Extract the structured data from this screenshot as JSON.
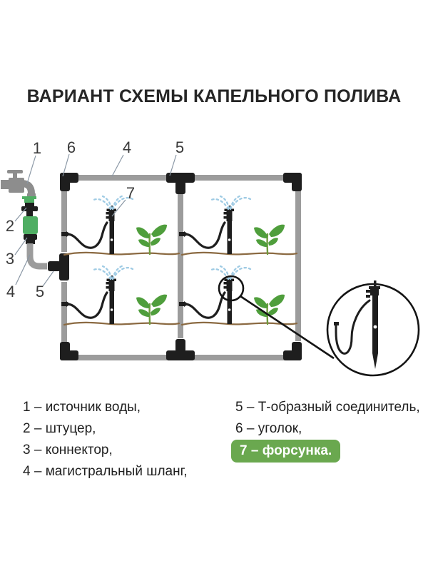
{
  "title": "ВАРИАНТ СХЕМЫ КАПЕЛЬНОГО ПОЛИВА",
  "diagram": {
    "numbers": [
      "1",
      "2",
      "3",
      "4",
      "5",
      "6",
      "7"
    ]
  },
  "legend": {
    "left": [
      "1 – источник воды,",
      "2 – штуцер,",
      "3 – коннектор,",
      "4 – магистральный шланг,"
    ],
    "right": [
      "5 – Т-образный соединитель,",
      "6 – уголок,"
    ],
    "highlighted": "7 – форсунка."
  },
  "colors": {
    "pipe": "#9c9c9c",
    "connector": "#1e1e1e",
    "tap": "#8d8d8d",
    "fitting-green": "#4fae63",
    "plant-green": "#4f9e3c",
    "stem-green": "#6f9a3e",
    "ground-brown": "#8b6a42",
    "spray-blue": "#9fcbe4",
    "highlight-green": "#6aa84f",
    "text": "#1f1f1f",
    "label": "#3a3a3a",
    "leader": "#8a97a5"
  }
}
